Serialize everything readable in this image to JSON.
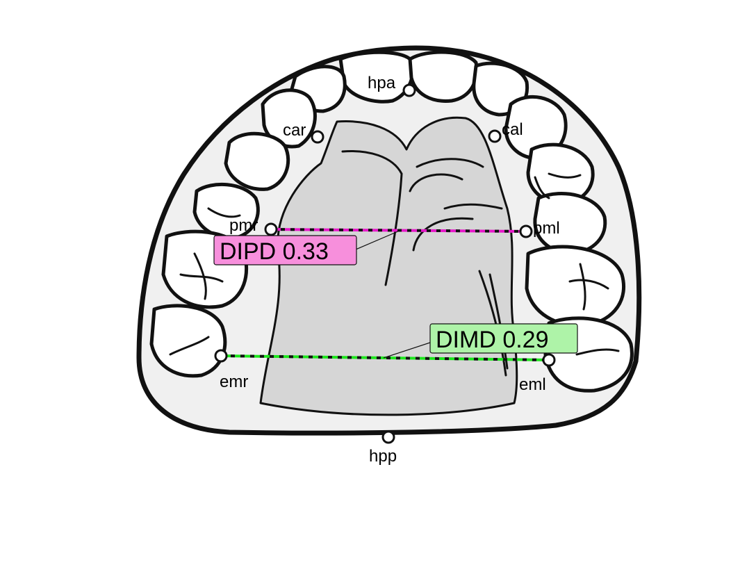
{
  "landmarks": [
    {
      "id": "hpa",
      "label": "hpa"
    },
    {
      "id": "car",
      "label": "car"
    },
    {
      "id": "cal",
      "label": "cal"
    },
    {
      "id": "pmr",
      "label": "pmr"
    },
    {
      "id": "pml",
      "label": "pml"
    },
    {
      "id": "emr",
      "label": "emr"
    },
    {
      "id": "eml",
      "label": "eml"
    },
    {
      "id": "hpp",
      "label": "hpp"
    }
  ],
  "measurements": [
    {
      "id": "dipd",
      "label": "DIPD 0.33",
      "from": "pmr",
      "to": "pml",
      "color": "#e619c9",
      "box_fill": "#f78fdc"
    },
    {
      "id": "dimd",
      "label": "DIMD 0.29",
      "from": "emr",
      "to": "eml",
      "color": "#1fe61f",
      "box_fill": "#aef3a8"
    }
  ],
  "colors": {
    "outline": "#111111",
    "arch_fill": "#f0f0f0",
    "palate_fill": "#d6d6d6",
    "tooth_fill": "#ffffff"
  }
}
